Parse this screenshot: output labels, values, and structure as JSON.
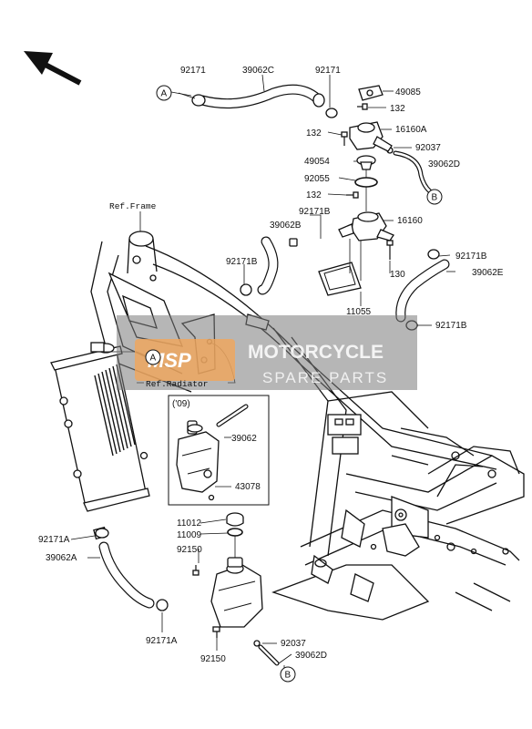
{
  "labels": {
    "p92171_top": "92171",
    "p39062c": "39062C",
    "p92171_cap": "92171",
    "p49085": "49085",
    "p132_a": "132",
    "p16160a": "16160A",
    "p132_b": "132",
    "p92037_top": "92037",
    "p49054": "49054",
    "p39062d_top": "39062D",
    "p92055": "92055",
    "p132_c": "132",
    "p92171b_a": "92171B",
    "p39062b": "39062B",
    "p16160": "16160",
    "p92171b_b": "92171B",
    "p92171b_c": "92171B",
    "p130": "130",
    "p39062e": "39062E",
    "p11055": "11055",
    "p92171b_d": "92171B",
    "p39062": "39062",
    "p43078": "43078",
    "p11012": "11012",
    "p11009": "11009",
    "p92150_a": "92150",
    "p92171a_top": "92171A",
    "p39062a": "39062A",
    "p92171a_bot": "92171A",
    "p92037_bot": "92037",
    "p39062d_bot": "39062D",
    "p92150_b": "92150"
  },
  "refs": {
    "frame": "Ref.Frame",
    "radiator": "Ref.Radiator",
    "year": "('09)"
  },
  "markers": {
    "a": "A",
    "b": "B"
  },
  "watermark": {
    "logo": "MSP",
    "line1": "MOTORCYCLE",
    "line2": "SPARE PARTS"
  },
  "colors": {
    "watermark_bg": "#7a7a7a",
    "logo_orange": "#f2a65a"
  }
}
